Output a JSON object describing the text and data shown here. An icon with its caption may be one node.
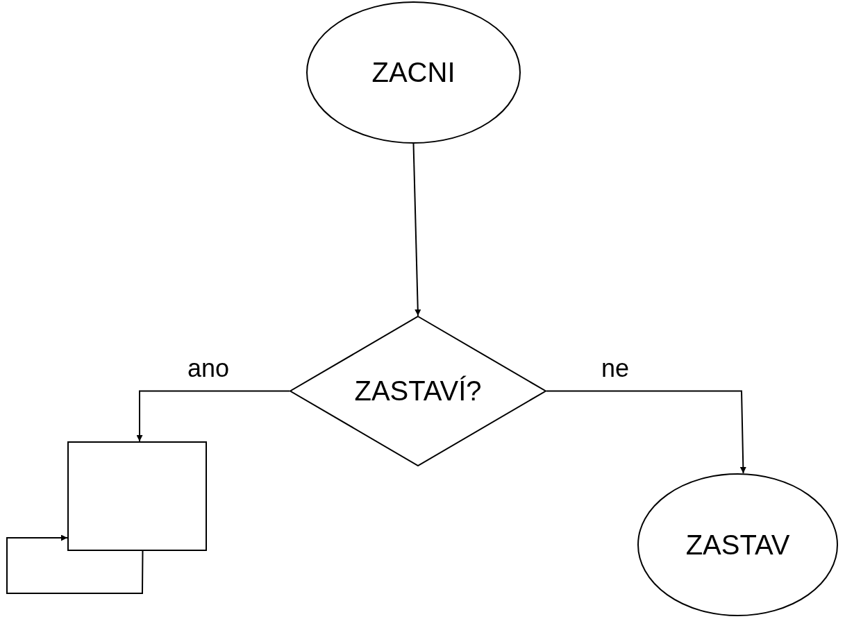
{
  "diagram": {
    "nodes": [
      {
        "text": [
          "ZACNI"
        ]
      },
      {
        "text": [
          "ZASTAVÍ?"
        ]
      },
      {
        "text": [],
        "shape": "box"
      },
      {
        "text": [
          "ZASTAV"
        ]
      }
    ],
    "edges": [
      {
        "from": 0,
        "to": 1,
        "arrow": "to"
      },
      {
        "from": 1,
        "to": 2,
        "arrow": "to",
        "label": "ano"
      },
      {
        "from": 1,
        "to": 3,
        "arrow": "to",
        "label": "ne"
      },
      {
        "from": 2,
        "to": 2,
        "arrow": "to"
      }
    ]
  }
}
